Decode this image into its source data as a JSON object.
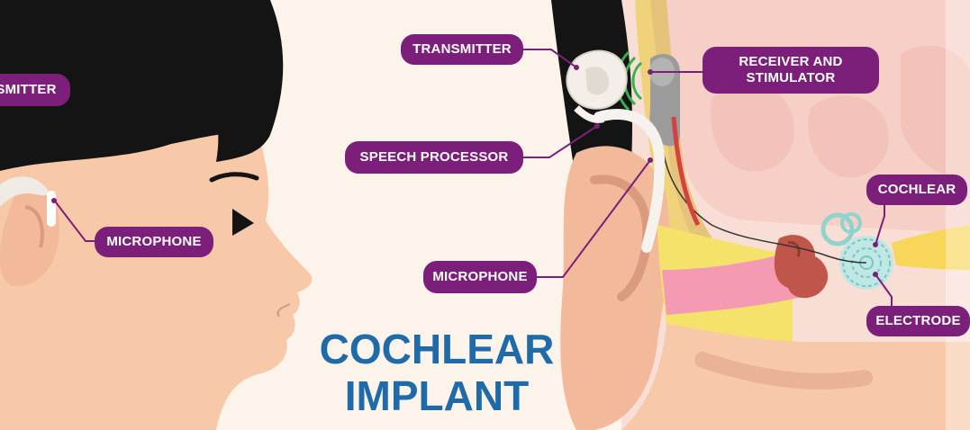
{
  "title_lines": [
    "COCHLEAR",
    "IMPLANT"
  ],
  "labels": {
    "transmitter_left": "SMITTER",
    "microphone_left": "MICROPHONE",
    "transmitter": "TRANSMITTER",
    "receiver_stimulator": "RECEIVER AND\nSTIMULATOR",
    "speech_processor": "SPEECH PROCESSOR",
    "cochlear": "COCHLEAR",
    "microphone_right": "MICROPHONE",
    "electrode": "ELECTRODE"
  },
  "colors": {
    "label_bg": "#7b1f7a",
    "title": "#1f6aa8",
    "skin": "#f7c9a8",
    "hair": "#111111"
  }
}
